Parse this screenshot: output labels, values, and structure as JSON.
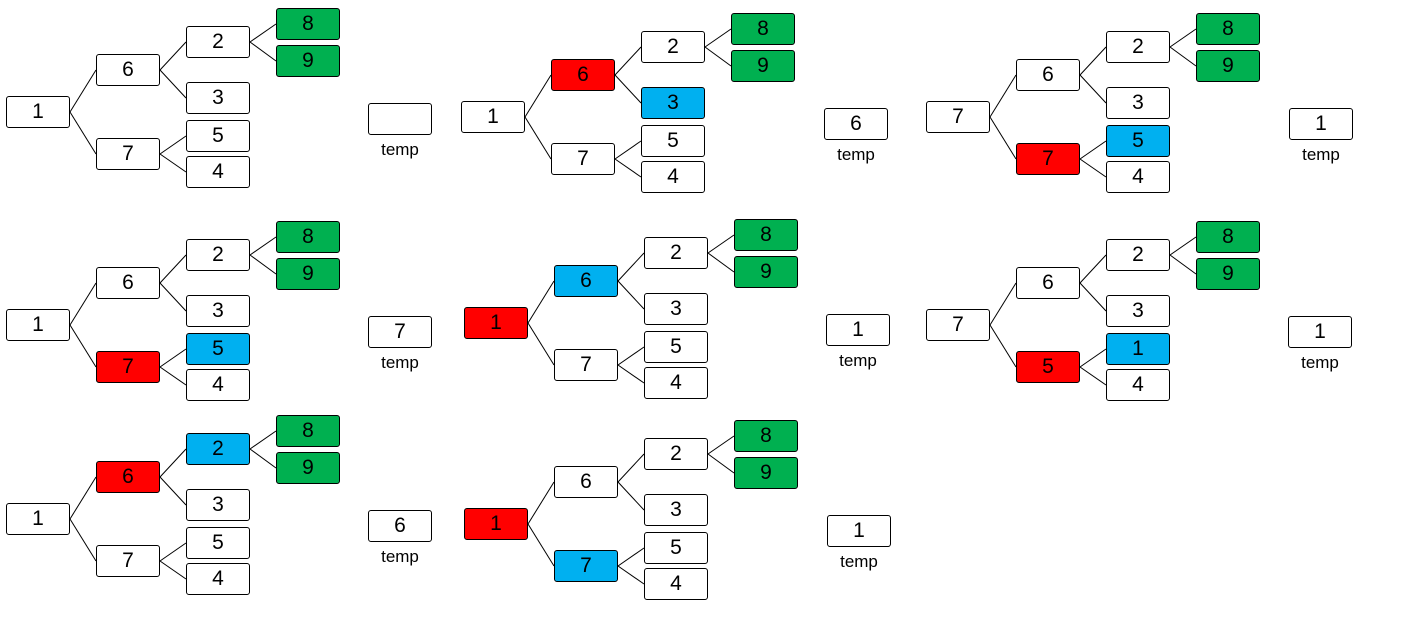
{
  "colors": {
    "default": "#ffffff",
    "red": "#ff0000",
    "blue": "#00b0f0",
    "green": "#00b050",
    "border": "#000000"
  },
  "temp_label": "temp",
  "panels": [
    {
      "nodes": [
        {
          "value": "1",
          "color": "default"
        },
        {
          "value": "6",
          "color": "default"
        },
        {
          "value": "7",
          "color": "default"
        },
        {
          "value": "2",
          "color": "default"
        },
        {
          "value": "3",
          "color": "default"
        },
        {
          "value": "5",
          "color": "default"
        },
        {
          "value": "4",
          "color": "default"
        },
        {
          "value": "8",
          "color": "green"
        },
        {
          "value": "9",
          "color": "green"
        }
      ],
      "temp": ""
    },
    {
      "nodes": [
        {
          "value": "1",
          "color": "default"
        },
        {
          "value": "6",
          "color": "red"
        },
        {
          "value": "7",
          "color": "default"
        },
        {
          "value": "2",
          "color": "default"
        },
        {
          "value": "3",
          "color": "blue"
        },
        {
          "value": "5",
          "color": "default"
        },
        {
          "value": "4",
          "color": "default"
        },
        {
          "value": "8",
          "color": "green"
        },
        {
          "value": "9",
          "color": "green"
        }
      ],
      "temp": "6"
    },
    {
      "nodes": [
        {
          "value": "7",
          "color": "default"
        },
        {
          "value": "6",
          "color": "default"
        },
        {
          "value": "7",
          "color": "red"
        },
        {
          "value": "2",
          "color": "default"
        },
        {
          "value": "3",
          "color": "default"
        },
        {
          "value": "5",
          "color": "blue"
        },
        {
          "value": "4",
          "color": "default"
        },
        {
          "value": "8",
          "color": "green"
        },
        {
          "value": "9",
          "color": "green"
        }
      ],
      "temp": "1"
    },
    {
      "nodes": [
        {
          "value": "1",
          "color": "default"
        },
        {
          "value": "6",
          "color": "default"
        },
        {
          "value": "7",
          "color": "red"
        },
        {
          "value": "2",
          "color": "default"
        },
        {
          "value": "3",
          "color": "default"
        },
        {
          "value": "5",
          "color": "blue"
        },
        {
          "value": "4",
          "color": "default"
        },
        {
          "value": "8",
          "color": "green"
        },
        {
          "value": "9",
          "color": "green"
        }
      ],
      "temp": "7"
    },
    {
      "nodes": [
        {
          "value": "1",
          "color": "red"
        },
        {
          "value": "6",
          "color": "blue"
        },
        {
          "value": "7",
          "color": "default"
        },
        {
          "value": "2",
          "color": "default"
        },
        {
          "value": "3",
          "color": "default"
        },
        {
          "value": "5",
          "color": "default"
        },
        {
          "value": "4",
          "color": "default"
        },
        {
          "value": "8",
          "color": "green"
        },
        {
          "value": "9",
          "color": "green"
        }
      ],
      "temp": "1"
    },
    {
      "nodes": [
        {
          "value": "7",
          "color": "default"
        },
        {
          "value": "6",
          "color": "default"
        },
        {
          "value": "5",
          "color": "red"
        },
        {
          "value": "2",
          "color": "default"
        },
        {
          "value": "3",
          "color": "default"
        },
        {
          "value": "1",
          "color": "blue"
        },
        {
          "value": "4",
          "color": "default"
        },
        {
          "value": "8",
          "color": "green"
        },
        {
          "value": "9",
          "color": "green"
        }
      ],
      "temp": "1"
    },
    {
      "nodes": [
        {
          "value": "1",
          "color": "default"
        },
        {
          "value": "6",
          "color": "red"
        },
        {
          "value": "7",
          "color": "default"
        },
        {
          "value": "2",
          "color": "blue"
        },
        {
          "value": "3",
          "color": "default"
        },
        {
          "value": "5",
          "color": "default"
        },
        {
          "value": "4",
          "color": "default"
        },
        {
          "value": "8",
          "color": "green"
        },
        {
          "value": "9",
          "color": "green"
        }
      ],
      "temp": "6"
    },
    {
      "nodes": [
        {
          "value": "1",
          "color": "red"
        },
        {
          "value": "6",
          "color": "default"
        },
        {
          "value": "7",
          "color": "blue"
        },
        {
          "value": "2",
          "color": "default"
        },
        {
          "value": "3",
          "color": "default"
        },
        {
          "value": "5",
          "color": "default"
        },
        {
          "value": "4",
          "color": "default"
        },
        {
          "value": "8",
          "color": "green"
        },
        {
          "value": "9",
          "color": "green"
        }
      ],
      "temp": "1"
    }
  ]
}
